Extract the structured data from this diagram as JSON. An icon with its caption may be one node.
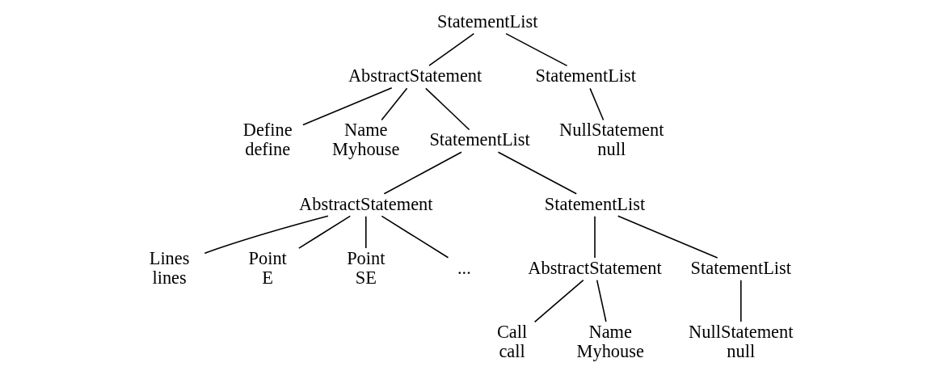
{
  "diagram": {
    "nodes": [
      {
        "text": [
          "StatementList"
        ]
      },
      {
        "text": [
          "AbstractStatement"
        ]
      },
      {
        "text": [
          "StatementList"
        ]
      },
      {
        "text": [
          "Define",
          "define"
        ]
      },
      {
        "text": [
          "Name",
          "Myhouse"
        ]
      },
      {
        "text": [
          "StatementList"
        ]
      },
      {
        "text": [
          "NullStatement",
          "null"
        ]
      },
      {
        "text": [
          "AbstractStatement"
        ]
      },
      {
        "text": [
          "StatementList"
        ]
      },
      {
        "text": [
          "Lines",
          "lines"
        ]
      },
      {
        "text": [
          "Point",
          "E"
        ]
      },
      {
        "text": [
          "Point",
          "SE"
        ]
      },
      {
        "text": [
          "..."
        ]
      },
      {
        "text": [
          "AbstractStatement"
        ]
      },
      {
        "text": [
          "StatementList"
        ]
      },
      {
        "text": [
          "Call",
          "call"
        ]
      },
      {
        "text": [
          "Name",
          "Myhouse"
        ]
      },
      {
        "text": [
          "NullStatement",
          "null"
        ]
      }
    ],
    "edges": [
      {
        "from": 0,
        "to": 1,
        "arrow": "none"
      },
      {
        "from": 0,
        "to": 2,
        "arrow": "none"
      },
      {
        "from": 1,
        "to": 3,
        "arrow": "none"
      },
      {
        "from": 1,
        "to": 4,
        "arrow": "none"
      },
      {
        "from": 1,
        "to": 5,
        "arrow": "none"
      },
      {
        "from": 2,
        "to": 6,
        "arrow": "none"
      },
      {
        "from": 5,
        "to": 7,
        "arrow": "none"
      },
      {
        "from": 5,
        "to": 8,
        "arrow": "none"
      },
      {
        "from": 7,
        "to": 9,
        "arrow": "none"
      },
      {
        "from": 7,
        "to": 10,
        "arrow": "none"
      },
      {
        "from": 7,
        "to": 11,
        "arrow": "none"
      },
      {
        "from": 7,
        "to": 12,
        "arrow": "none"
      },
      {
        "from": 8,
        "to": 13,
        "arrow": "none"
      },
      {
        "from": 8,
        "to": 14,
        "arrow": "none"
      },
      {
        "from": 13,
        "to": 15,
        "arrow": "none"
      },
      {
        "from": 13,
        "to": 16,
        "arrow": "none"
      },
      {
        "from": 14,
        "to": 17,
        "arrow": "none"
      }
    ]
  }
}
